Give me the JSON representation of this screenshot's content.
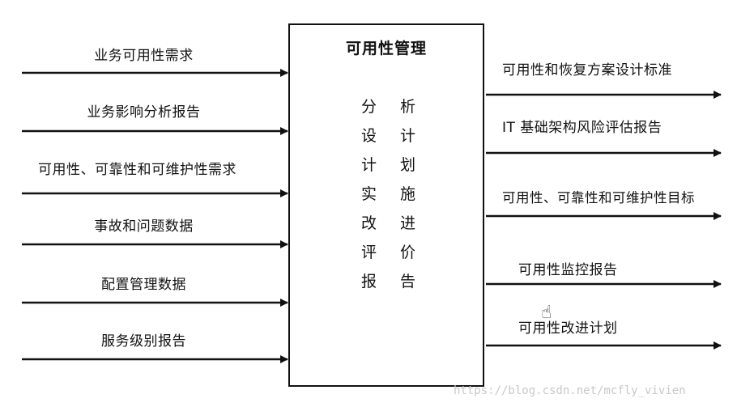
{
  "title": "可用性管理",
  "center_steps": [
    [
      "分",
      "析"
    ],
    [
      "设",
      "计"
    ],
    [
      "计",
      "划"
    ],
    [
      "实",
      "施"
    ],
    [
      "改",
      "进"
    ],
    [
      "评",
      "价"
    ],
    [
      "报",
      "告"
    ]
  ],
  "inputs": [
    "业务可用性需求",
    "业务影响分析报告",
    "可用性、可靠性和可维护性需求",
    "事故和问题数据",
    "配置管理数据",
    "服务级别报告"
  ],
  "outputs": [
    "可用性和恢复方案设计标准",
    "IT 基础架构风险评估报告",
    "可用性、可靠性和可维护性目标",
    "可用性监控报告",
    "可用性改进计划"
  ],
  "watermark": "https://blog.csdn.net/mcfly_vivien",
  "icons": {
    "cursor": "hand-cursor-icon"
  }
}
